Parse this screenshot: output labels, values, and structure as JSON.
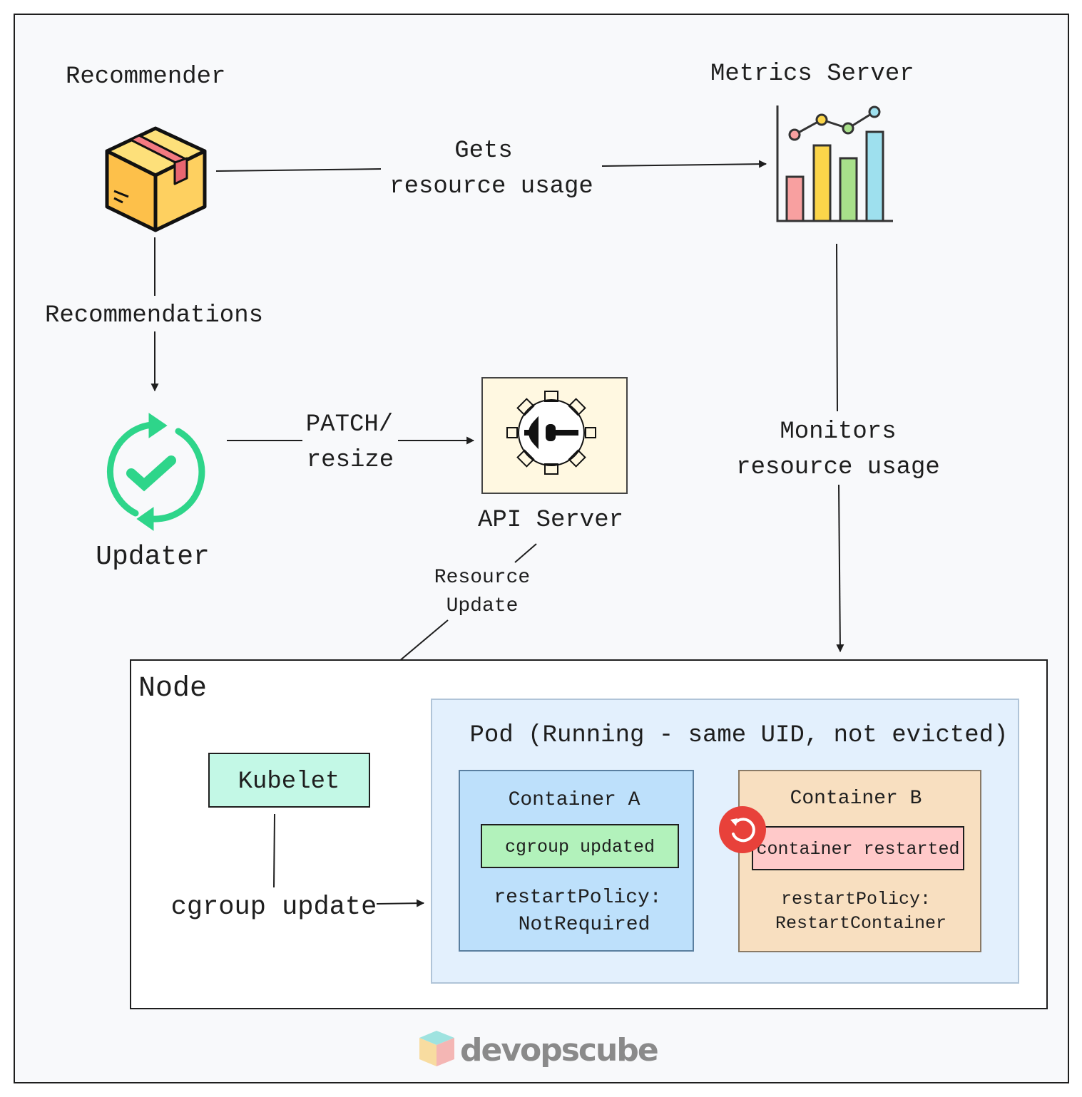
{
  "nodes": {
    "recommender": "Recommender",
    "metrics_server": "Metrics Server",
    "updater": "Updater",
    "api_server": "API Server",
    "node": "Node",
    "kubelet": "Kubelet",
    "pod": "Pod (Running - same UID, not evicted)",
    "container_a": {
      "title": "Container A",
      "status": "cgroup updated",
      "policy_line1": "restartPolicy:",
      "policy_line2": "NotRequired"
    },
    "container_b": {
      "title": "Container B",
      "status": "container restarted",
      "policy_line1": "restartPolicy:",
      "policy_line2": "RestartContainer"
    }
  },
  "edges": {
    "gets_line1": "Gets",
    "gets_line2": "resource usage",
    "recommendations": "Recommendations",
    "patch_line1": "PATCH/",
    "patch_line2": "resize",
    "monitors_line1": "Monitors",
    "monitors_line2": "resource usage",
    "resource_update_line1": "Resource",
    "resource_update_line2": "Update",
    "cgroup_update": "cgroup update"
  },
  "logo": "devopscube",
  "icons": {
    "recommender": "package-box-icon",
    "metrics_server": "bar-chart-icon",
    "updater": "sync-check-icon",
    "api_server": "gear-plug-icon",
    "restart": "restart-icon"
  },
  "colors": {
    "background": "#f8f9fb",
    "pod": "#e3f0fd",
    "container_a": "#bde0fb",
    "cgroup_updated": "#b2f2bb",
    "container_b": "#f8dfc0",
    "container_restarted": "#ffc9c9",
    "kubelet": "#c3f8e6",
    "api_server": "#fff8e1",
    "restart": "#e8413a",
    "updater": "#2ed58a"
  }
}
